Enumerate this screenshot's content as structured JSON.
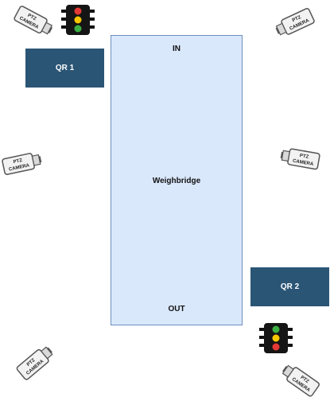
{
  "weighbridge": {
    "in_label": "IN",
    "name": "Weighbridge",
    "out_label": "OUT"
  },
  "qr_readers": [
    {
      "label": "QR 1"
    },
    {
      "label": "QR 2"
    }
  ],
  "cameras": [
    {
      "text_top": "PTZ",
      "text_bottom": "CAMERA"
    },
    {
      "text_top": "PTZ",
      "text_bottom": "CAMERA"
    },
    {
      "text_top": "PTZ",
      "text_bottom": "CAMERA"
    },
    {
      "text_top": "PTZ",
      "text_bottom": "CAMERA"
    },
    {
      "text_top": "PTZ",
      "text_bottom": "CAMERA"
    },
    {
      "text_top": "PTZ",
      "text_bottom": "CAMERA"
    }
  ],
  "traffic_lights": [
    {
      "colors": [
        "#e53935",
        "#f9c700",
        "#3cb043"
      ]
    },
    {
      "colors": [
        "#3cb043",
        "#f9c700",
        "#e53935"
      ]
    }
  ],
  "colors": {
    "bridge_fill": "#dae8fc",
    "bridge_border": "#6c8ebf",
    "qr_fill": "#2b5575"
  }
}
